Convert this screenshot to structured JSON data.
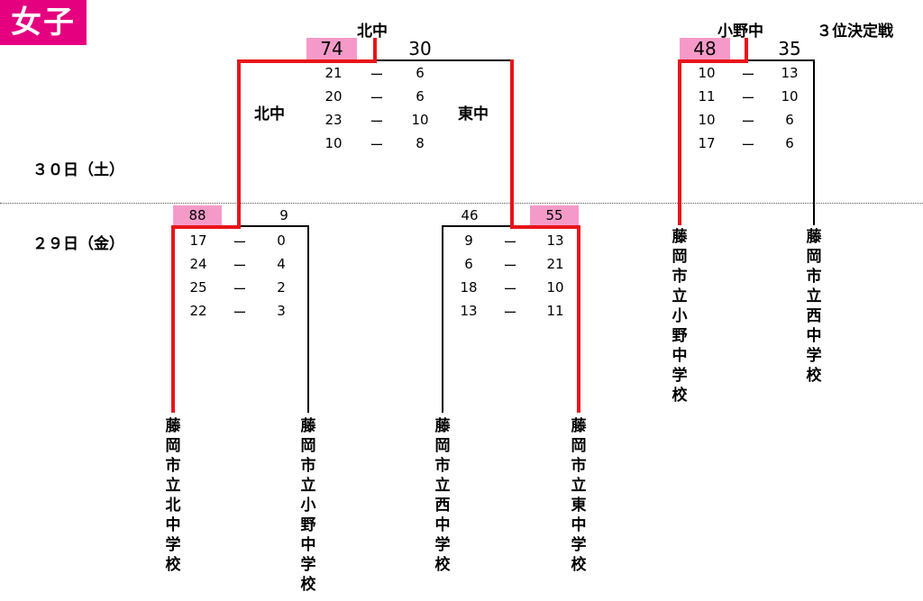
{
  "title": "女子",
  "day_labels": {
    "day30": "３０日（土）",
    "day29": "２９日（金）"
  },
  "final": {
    "winner_label": "北中",
    "score_winner": "74",
    "score_loser": "30",
    "left_team": "北中",
    "right_team": "東中",
    "quarters": [
      [
        "21",
        "ー",
        "6"
      ],
      [
        "20",
        "ー",
        "6"
      ],
      [
        "23",
        "ー",
        "10"
      ],
      [
        "10",
        "ー",
        "8"
      ]
    ]
  },
  "third_place": {
    "title": "３位決定戦",
    "winner_label": "小野中",
    "score_winner": "48",
    "score_loser": "35",
    "quarters": [
      [
        "10",
        "ー",
        "13"
      ],
      [
        "11",
        "ー",
        "10"
      ],
      [
        "10",
        "ー",
        "6"
      ],
      [
        "17",
        "ー",
        "6"
      ]
    ]
  },
  "semi_left": {
    "score_winner": "88",
    "score_loser": "9",
    "quarters": [
      [
        "17",
        "ー",
        "0"
      ],
      [
        "24",
        "ー",
        "4"
      ],
      [
        "25",
        "ー",
        "2"
      ],
      [
        "22",
        "ー",
        "3"
      ]
    ]
  },
  "semi_right": {
    "score_loser": "46",
    "score_winner": "55",
    "quarters": [
      [
        "9",
        "ー",
        "13"
      ],
      [
        "6",
        "ー",
        "21"
      ],
      [
        "18",
        "ー",
        "10"
      ],
      [
        "13",
        "ー",
        "11"
      ]
    ]
  },
  "teams": {
    "kita": "藤岡市立北中学校",
    "ono_bottom": "藤岡市立小野中学校",
    "nishi_bottom": "藤岡市立西中学校",
    "higashi": "藤岡市立東中学校",
    "ono_third": "藤岡市立小野中学校",
    "nishi_third": "藤岡市立西中学校"
  },
  "colors": {
    "win_line": "#e8141a",
    "highlight": "#f59ac8",
    "badge": "#e4007f"
  }
}
